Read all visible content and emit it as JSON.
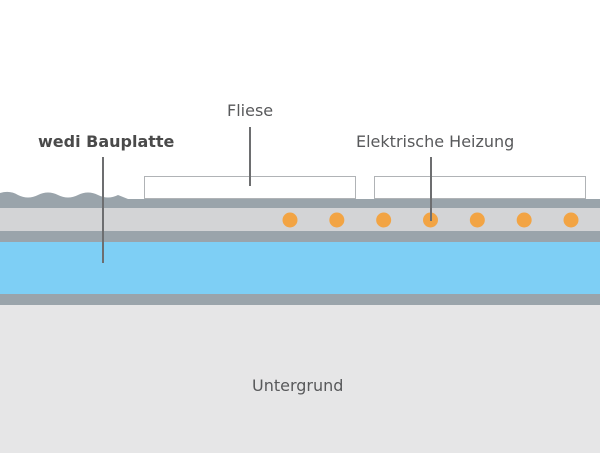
{
  "labels": {
    "tile": "Fliese",
    "heating": "Elektrische Heizung",
    "board": "wedi Bauplatte",
    "substrate": "Untergrund"
  },
  "colors": {
    "background": "#ffffff",
    "substrate": "#e6e6e7",
    "board_facing": "#9aa4ab",
    "board_core": "#7ecff5",
    "heating_layer": "#d3d4d6",
    "top_coat": "#9aa4ab",
    "heating_dot": "#f2a444",
    "tile_outline": "#b0b3b6",
    "leader_line": "#6d6e70"
  },
  "heating_dots": {
    "count": 7
  }
}
